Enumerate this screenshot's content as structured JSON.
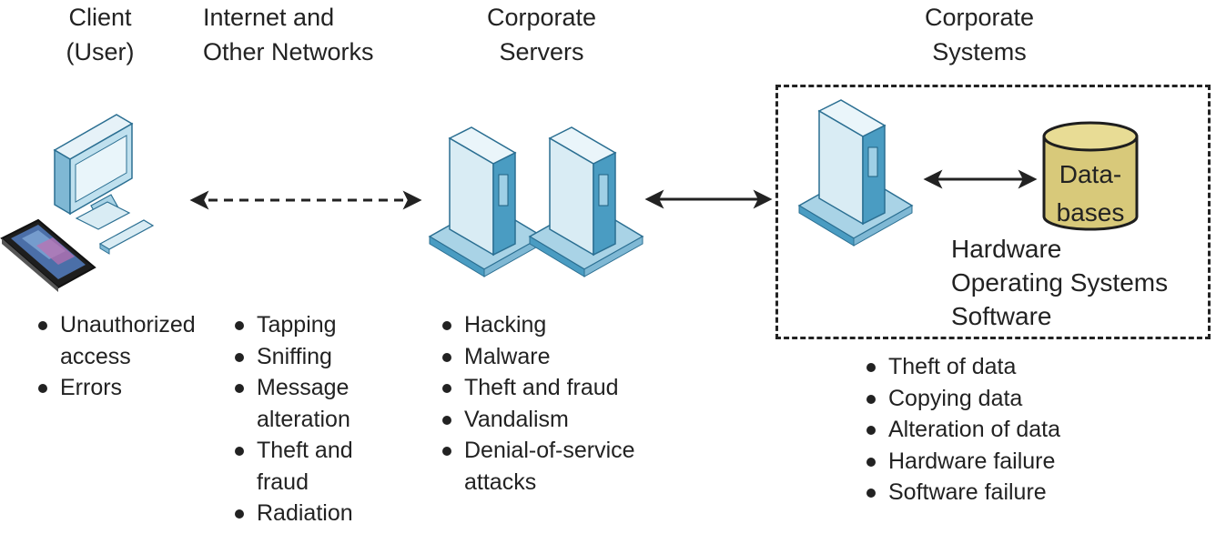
{
  "columns": {
    "client": {
      "title": [
        "Client",
        "(User)"
      ],
      "threats": [
        [
          "Unauthorized",
          "access"
        ],
        [
          "Errors"
        ]
      ]
    },
    "internet": {
      "title": [
        "Internet and",
        "Other Networks"
      ],
      "threats": [
        [
          "Tapping"
        ],
        [
          "Sniffing"
        ],
        [
          "Message",
          "alteration"
        ],
        [
          "Theft and",
          "fraud"
        ],
        [
          "Radiation"
        ]
      ]
    },
    "servers": {
      "title": [
        "Corporate",
        "Servers"
      ],
      "threats": [
        [
          "Hacking"
        ],
        [
          "Malware"
        ],
        [
          "Theft and fraud"
        ],
        [
          "Vandalism"
        ],
        [
          "Denial-of-service",
          "attacks"
        ]
      ]
    },
    "systems": {
      "title": [
        "Corporate",
        "Systems"
      ],
      "components": [
        "Hardware",
        "Operating Systems",
        "Software"
      ],
      "database_label": [
        "Data-",
        "bases"
      ],
      "threats": [
        [
          "Theft of data"
        ],
        [
          "Copying data"
        ],
        [
          "Alteration of data"
        ],
        [
          "Hardware failure"
        ],
        [
          "Software failure"
        ]
      ]
    }
  },
  "colors": {
    "server_light": "#d9ecf4",
    "server_mid": "#a9d3e6",
    "server_dark": "#4a9cc2",
    "database_fill": "#d8c97a",
    "database_stroke": "#1e1e1e",
    "arrow": "#222222"
  },
  "icons": [
    "desktop-computer-icon",
    "smartphone-icon",
    "server-tower-icon",
    "database-cylinder-icon"
  ]
}
